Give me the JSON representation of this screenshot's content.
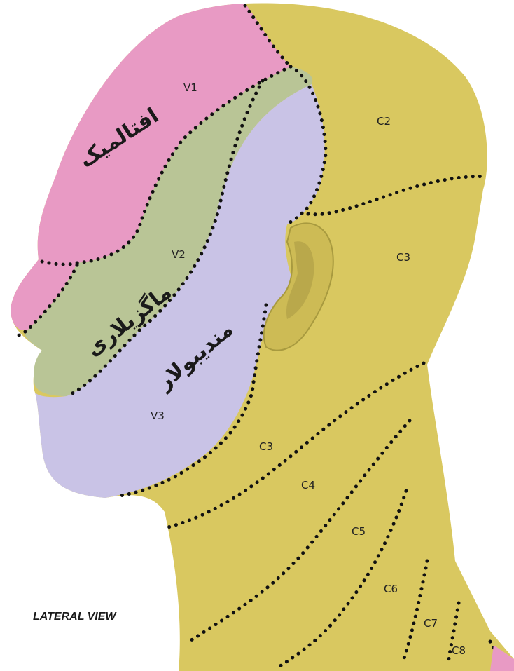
{
  "view_label": "LATERAL VIEW",
  "zones": {
    "v1": {
      "code": "V1",
      "persian": "افتالمیک",
      "color": "#e89ac4"
    },
    "v2": {
      "code": "V2",
      "persian": "ماگزیلاری",
      "color": "#b9c596"
    },
    "v3": {
      "code": "V3",
      "persian": "مندیبولار",
      "color": "#c9c3e6"
    },
    "cervical": {
      "color": "#d9c860"
    }
  },
  "cervical_labels": {
    "c2": "C2",
    "c3_head": "C3",
    "c3_neck": "C3",
    "c4": "C4",
    "c5": "C5",
    "c6": "C6",
    "c7": "C7",
    "c8": "C8"
  }
}
